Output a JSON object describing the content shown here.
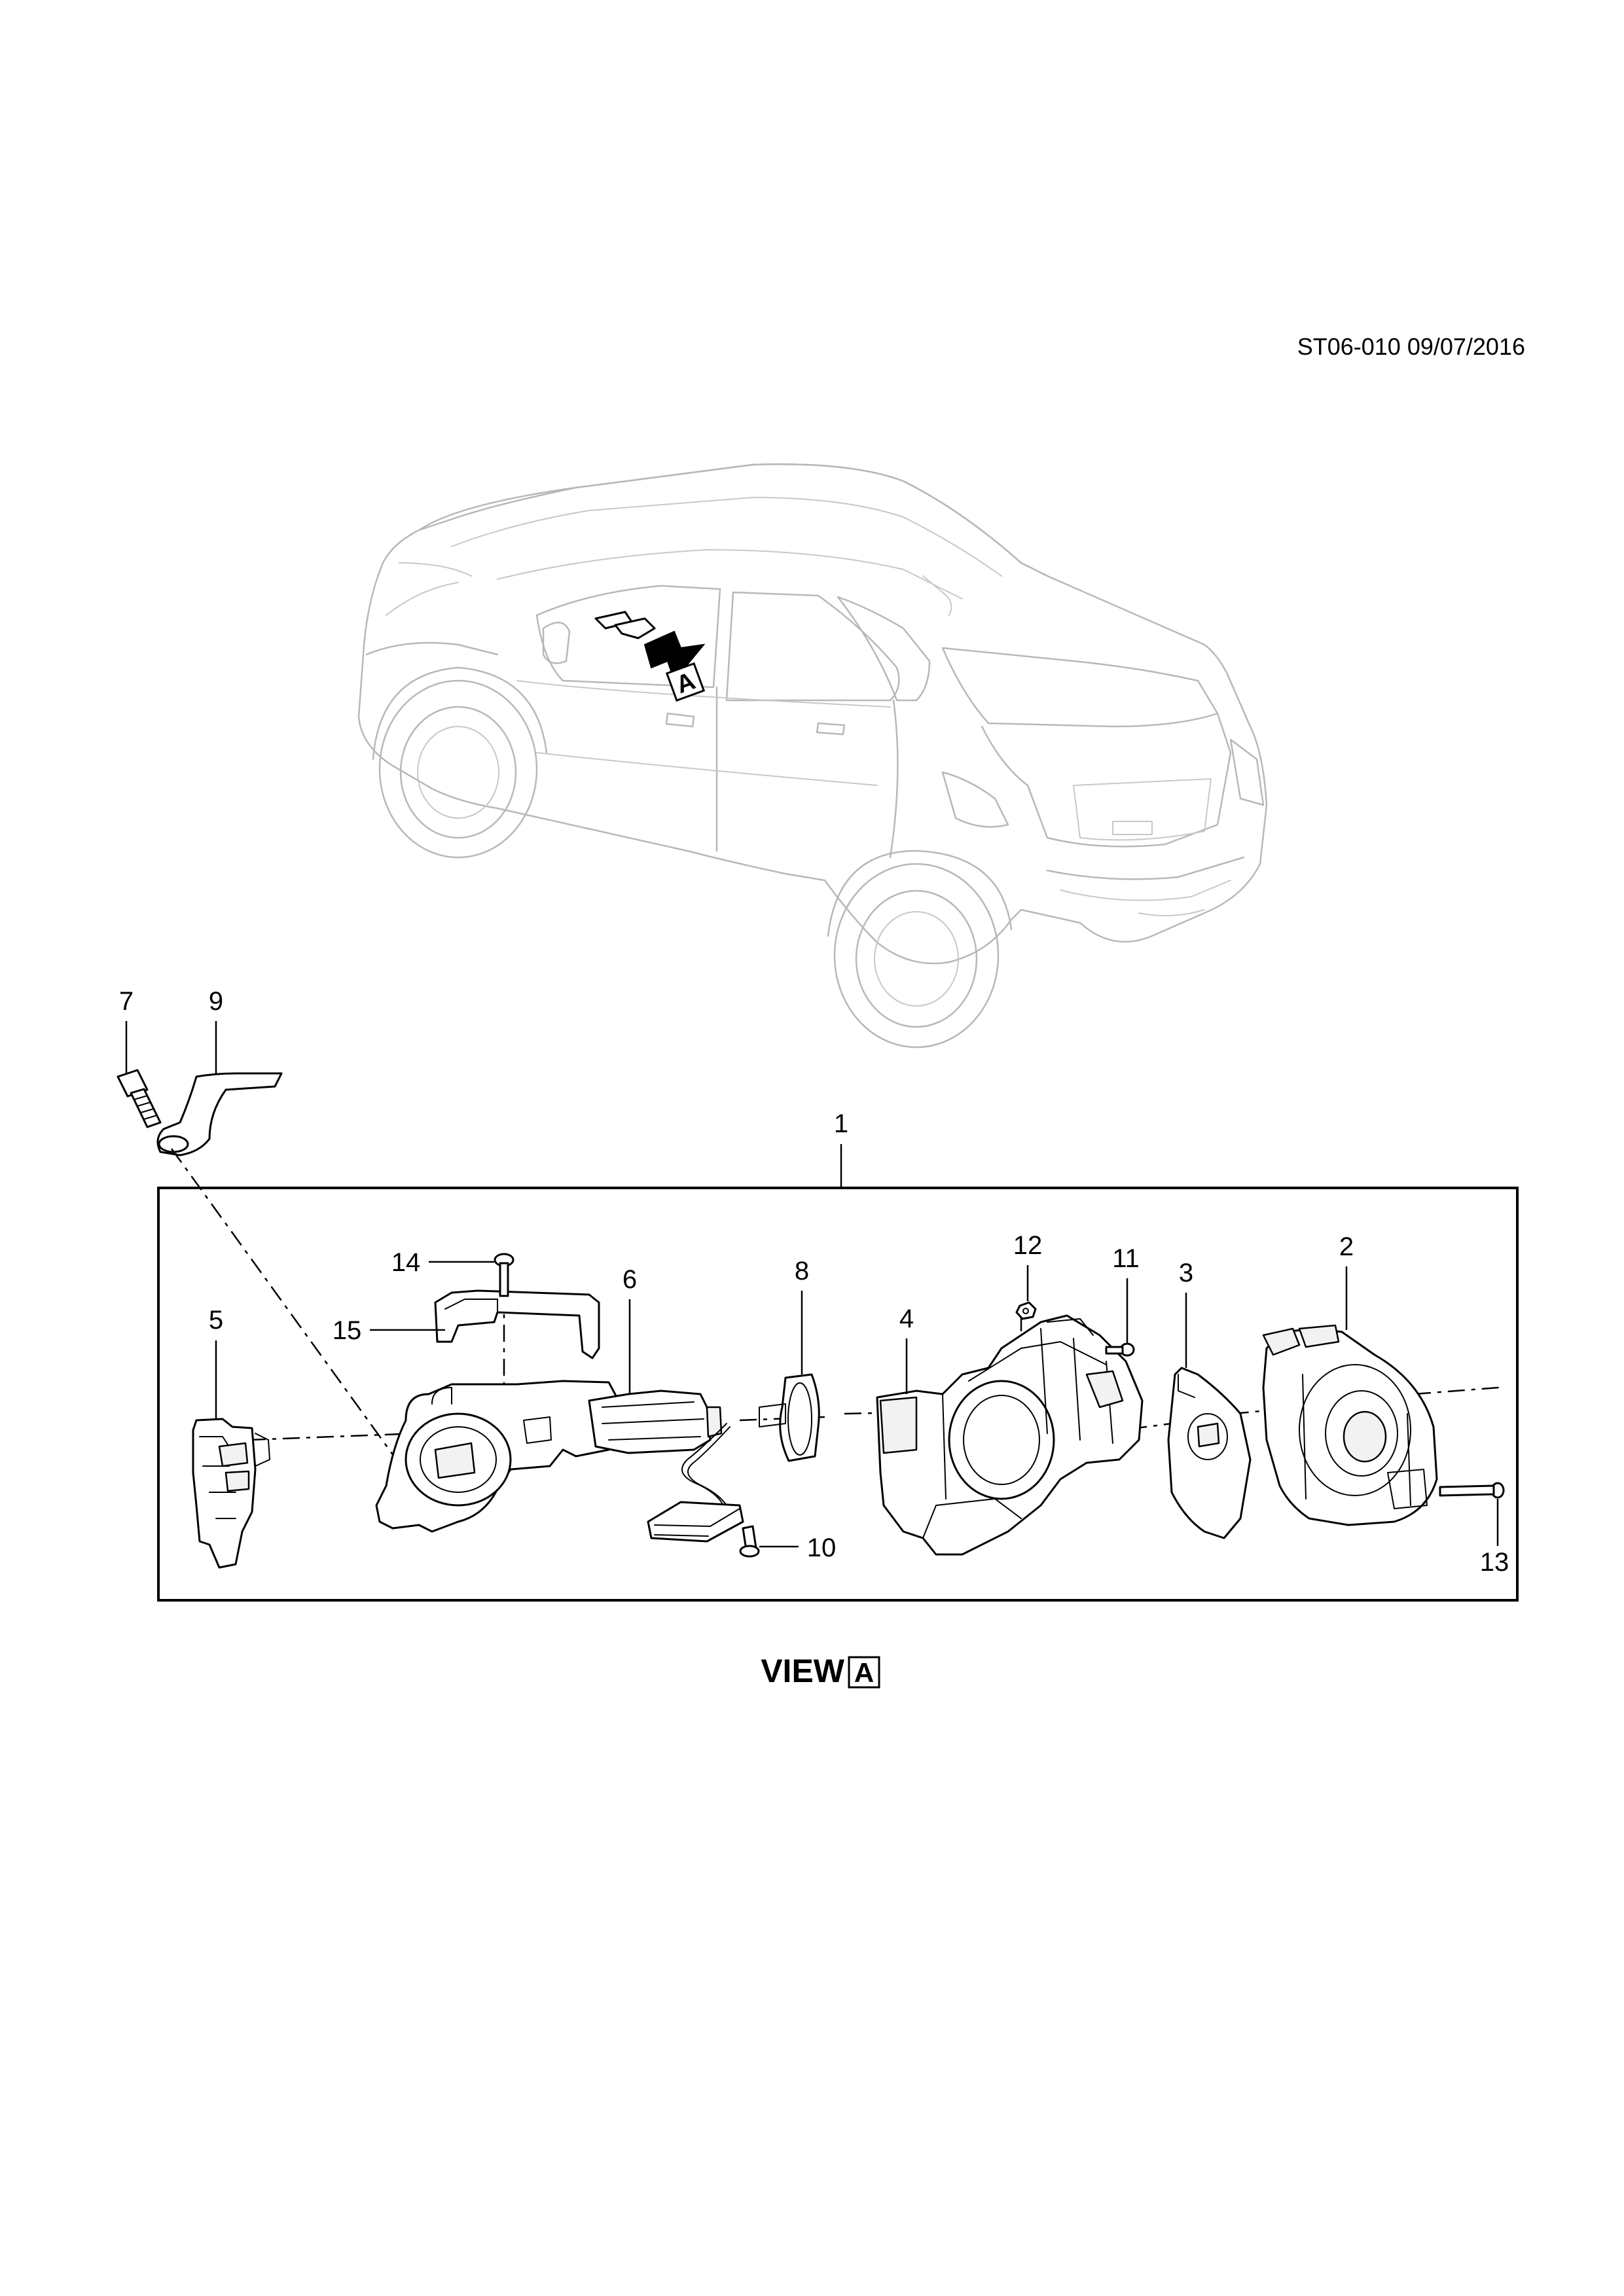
{
  "document": {
    "reference": "ST06-010 09/07/2016",
    "view_label": "VIEW",
    "view_marker": "A"
  },
  "vehicle_view": {
    "marker": "A"
  },
  "callouts": {
    "c1": "1",
    "c2": "2",
    "c3": "3",
    "c4": "4",
    "c5": "5",
    "c6": "6",
    "c7": "7",
    "c8": "8",
    "c9": "9",
    "c10": "10",
    "c11": "11",
    "c12": "12",
    "c13": "13",
    "c14": "14",
    "c15": "15"
  }
}
